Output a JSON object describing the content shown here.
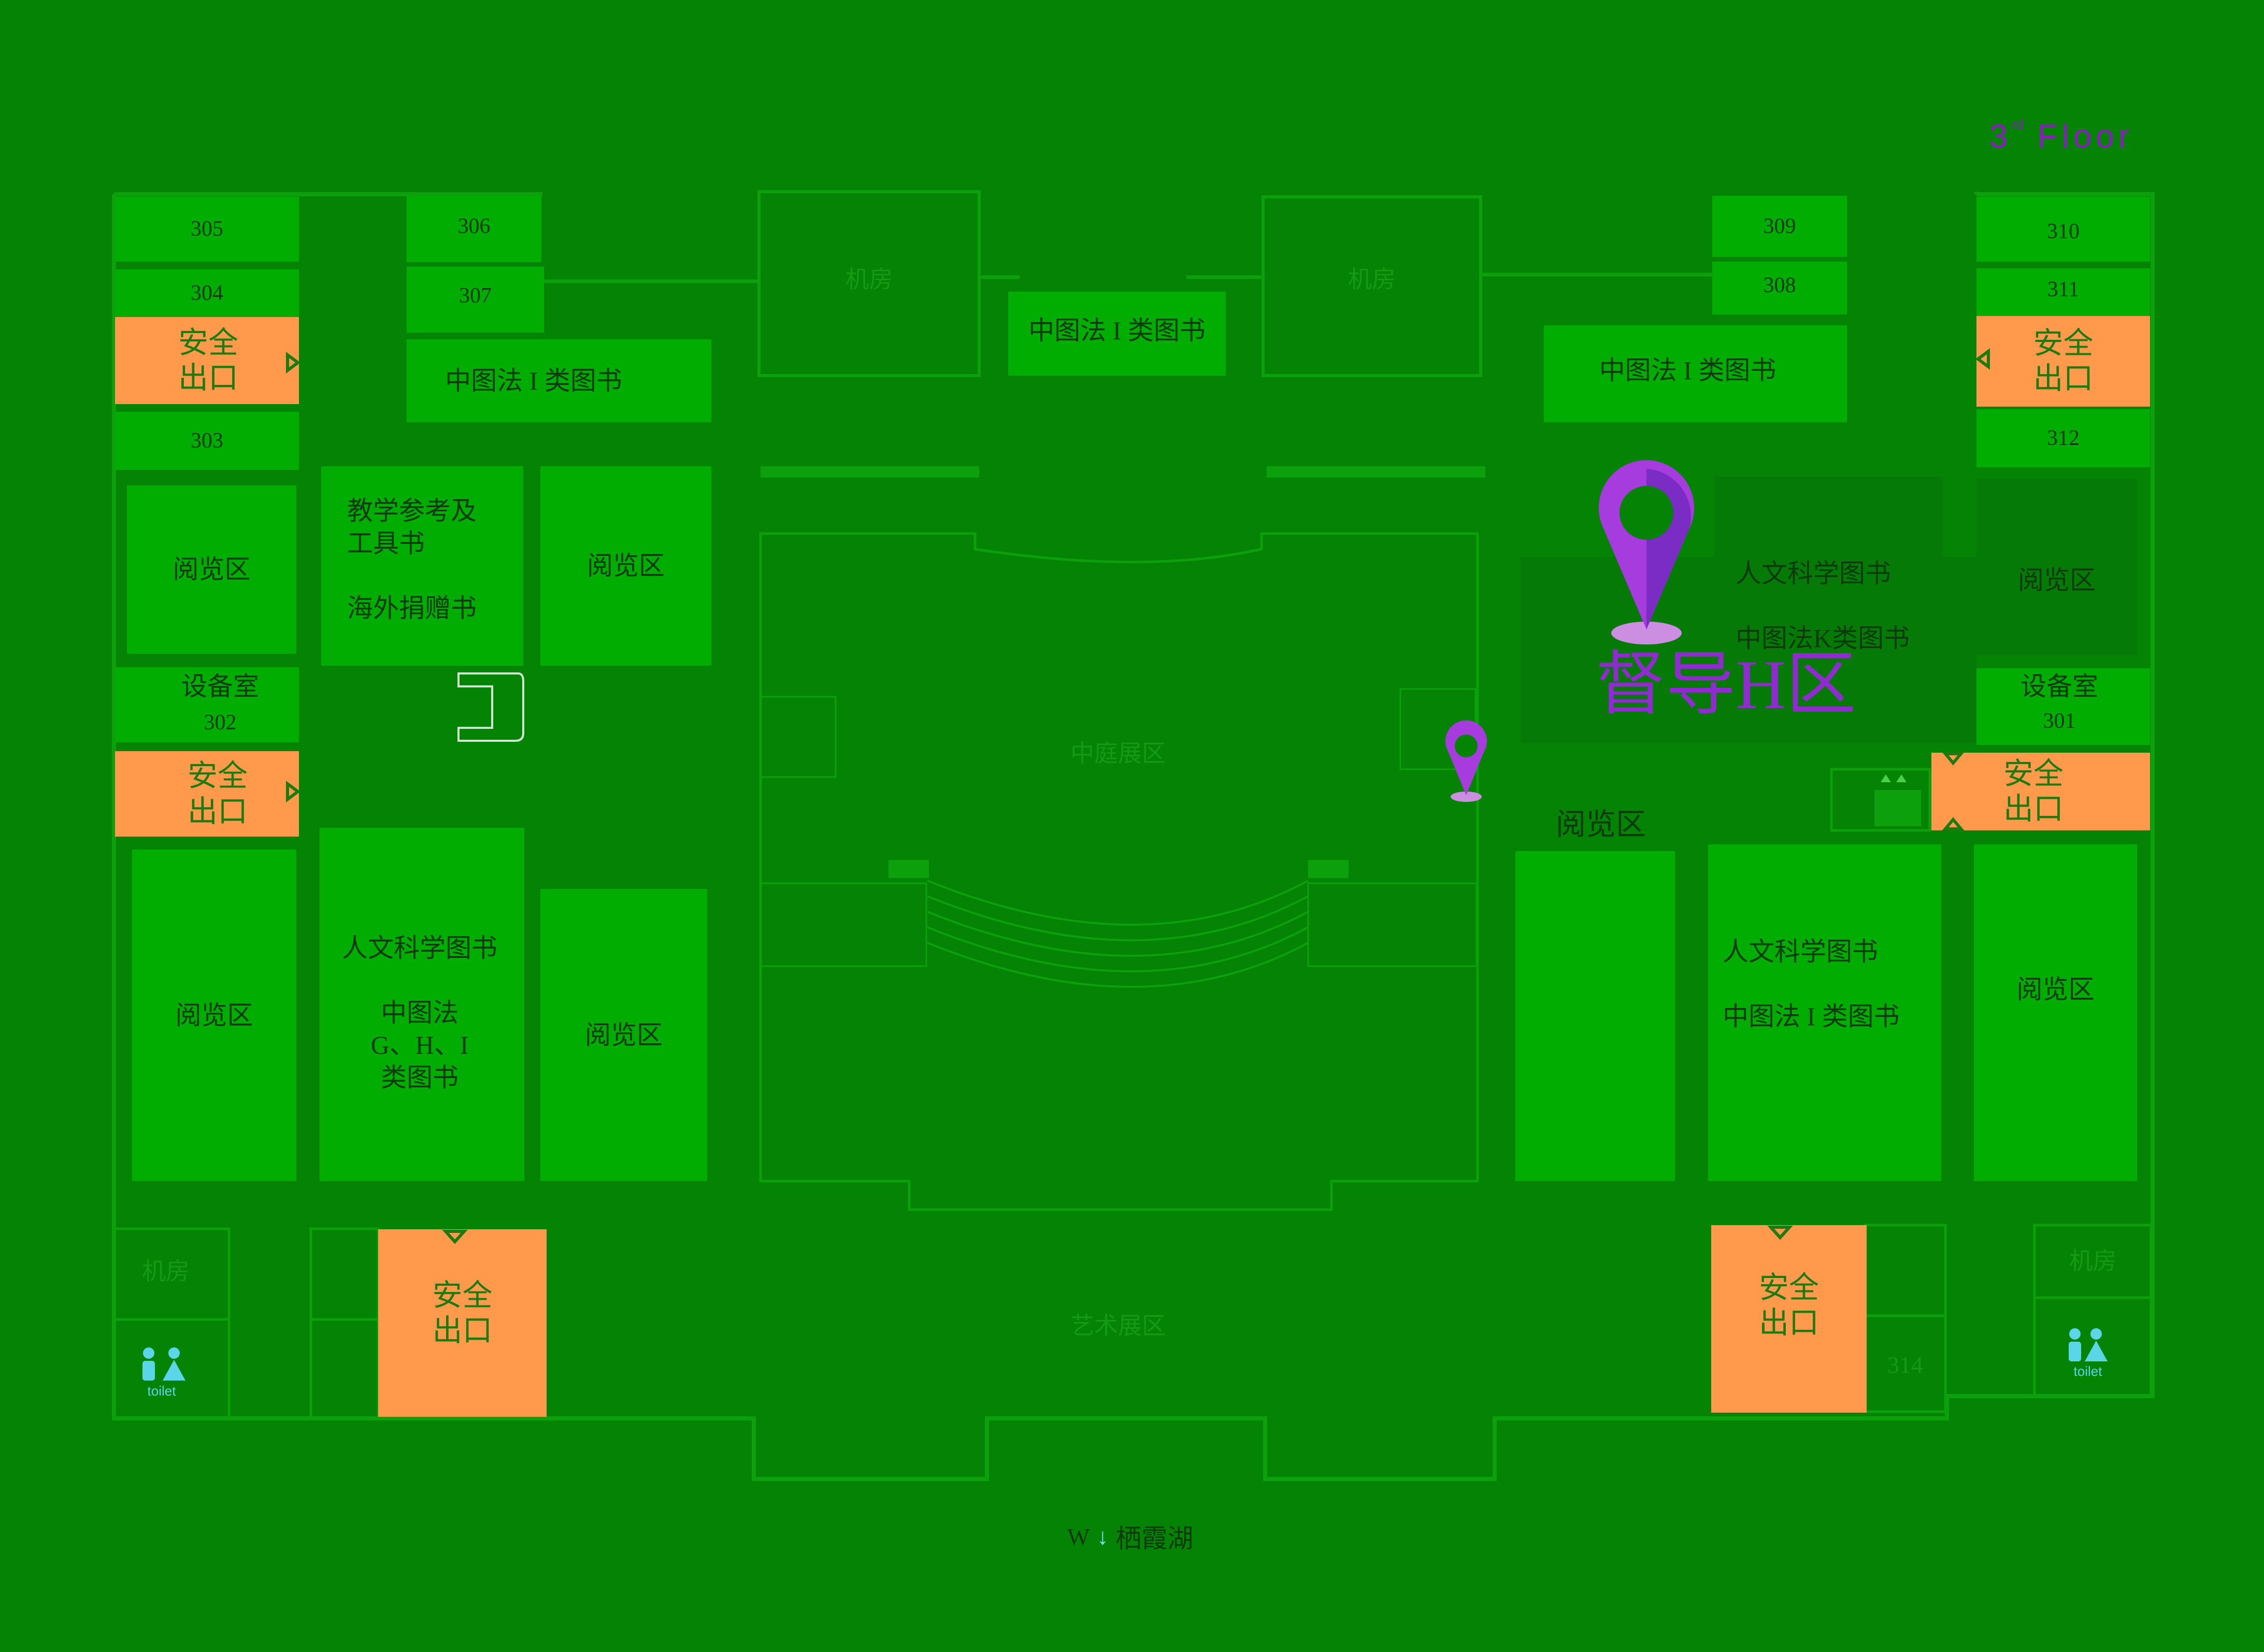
{
  "floor": {
    "number": "3",
    "suffix": "rd",
    "label": "Floor"
  },
  "zone_title": "督导H区",
  "exit_label": "安全\n出口",
  "rooms": {
    "r305": "305",
    "r304": "304",
    "r303": "303",
    "r306": "306",
    "r307": "307",
    "r309": "309",
    "r308": "308",
    "r310": "310",
    "r311": "311",
    "r312": "312",
    "r302": "302",
    "r301": "301",
    "r314": "314",
    "equip_left": "设备室",
    "equip_right": "设备室"
  },
  "areas": {
    "reading": "阅览区",
    "books_i": "中图法 I 类图书",
    "teaching": "教学参考及\n工具书\n\n海外捐赠书",
    "humanities_k": "人文科学图书\n\n中图法K类图书",
    "humanities_ghi": "人文科学图书\n\n中图法\nG、H、I\n类图书",
    "humanities_i": "人文科学图书\n\n中图法 I 类图书",
    "machine_room": "机房",
    "courtyard": "中庭展区",
    "art_exhibit": "艺术展区"
  },
  "toilet_label": "toilet",
  "compass": {
    "direction": "W",
    "arrow": "↓",
    "landmark": "栖霞湖"
  },
  "colors": {
    "background": "#048304",
    "room": "#00ad00",
    "exit": "#ff9a4d",
    "marker": "#b53ce8",
    "title": "#8a1cc2"
  },
  "icons": [
    "location-pin-icon",
    "toilet-icon",
    "elevator-icon",
    "exit-door-icon"
  ]
}
